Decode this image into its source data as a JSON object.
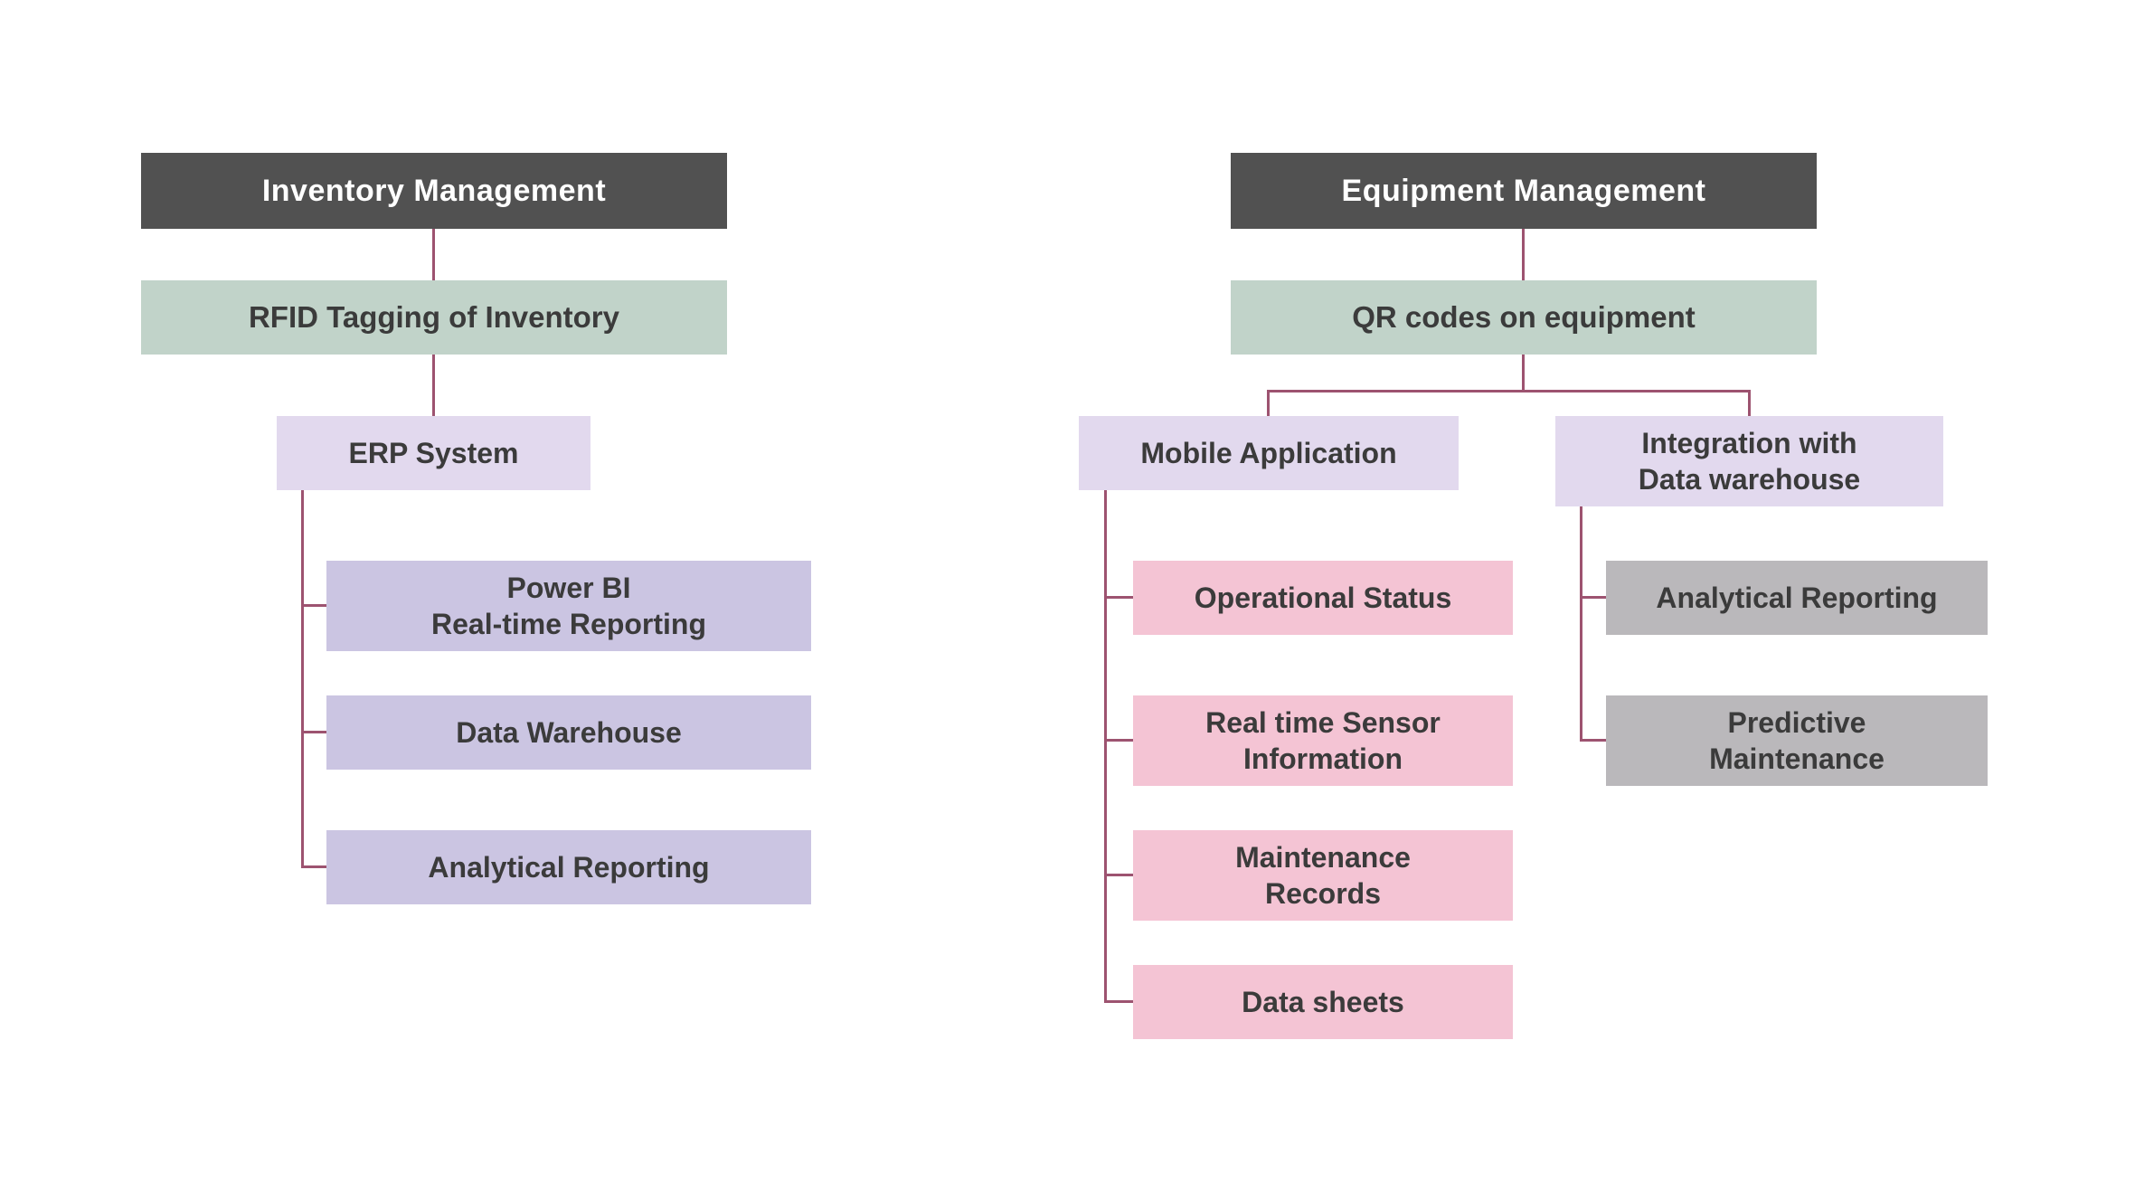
{
  "page": {
    "background": "#ffffff"
  },
  "colors": {
    "page-bg": "#ffffff",
    "root-bg": "#515151",
    "root-text": "#ffffff",
    "tag-bg": "#c1d3c9",
    "branch-bg": "#e2d9ee",
    "purple-bg": "#cbc5e2",
    "pink-bg": "#f4c4d4",
    "gray-bg": "#bab8bb",
    "node-text": "#3b3b3b",
    "connector": "#9d5370"
  },
  "diagram": {
    "left_tree": {
      "root": "Inventory Management",
      "tag": "RFID Tagging of Inventory",
      "system": "ERP System",
      "children": [
        "Power BI\nReal-time Reporting",
        "Data Warehouse",
        "Analytical Reporting"
      ]
    },
    "right_tree": {
      "root": "Equipment Management",
      "tag": "QR codes on equipment",
      "branch_a": "Mobile Application",
      "branch_b": "Integration with\nData warehouse",
      "branch_a_children": [
        "Operational Status",
        "Real time Sensor\nInformation",
        "Maintenance\nRecords",
        "Data sheets"
      ],
      "branch_b_children": [
        "Analytical Reporting",
        "Predictive\nMaintenance"
      ]
    }
  }
}
